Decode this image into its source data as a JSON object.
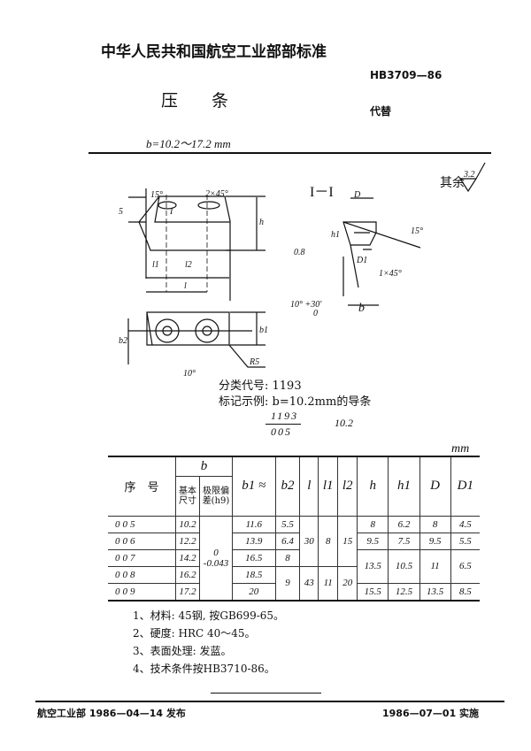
{
  "header": {
    "org_standard": "中华人民共和国航空工业部部标准",
    "code": "HB3709—86",
    "replaces": "代替",
    "title": "压　　条",
    "range": "b=10.2～17.2 mm"
  },
  "drawing": {
    "roughness_note": "其余",
    "roughness_value": "3.2",
    "section_label": "I－I",
    "labels": {
      "angle15": "15°",
      "chamfer": "2×45°",
      "five": "5",
      "h": "h",
      "l1": "l1",
      "l2": "l2",
      "l": "l",
      "I": "I",
      "b2": "b2",
      "b1": "b1",
      "r5": "R5",
      "angle10": "10°",
      "D": "D",
      "h1": "h1",
      "D1": "D1",
      "angle15b": "15°",
      "rough08": "0.8",
      "chamfer1": "1×45°",
      "angle10tol": "10° +30′",
      "tol0": "0",
      "b": "b"
    }
  },
  "marking": {
    "class_code": "分类代号: 1193",
    "example": "标记示例: b=10.2mm的导条",
    "num": "1193",
    "den": "005",
    "val": "10.2"
  },
  "table": {
    "unit": "mm",
    "headers": {
      "no": "序　号",
      "b": "b",
      "basic": "基本尺寸",
      "tol": "极限偏差(h9)",
      "b1": "b1 ≈",
      "b2": "b2",
      "l": "l",
      "l1": "l1",
      "l2": "l2",
      "h": "h",
      "h1": "h1",
      "D": "D",
      "D1": "D1"
    },
    "tolerance": "0\n-0.043",
    "tol_upper": "0",
    "tol_lower": "-0.043",
    "rows": [
      {
        "no": "005",
        "b": "10.2",
        "b1": "11.6",
        "b2": "5.5",
        "h": "8",
        "h1": "6.2",
        "D": "8",
        "D1": "4.5"
      },
      {
        "no": "006",
        "b": "12.2",
        "b1": "13.9",
        "b2": "6.4",
        "h": "9.5",
        "h1": "7.5",
        "D": "9.5",
        "D1": "5.5"
      },
      {
        "no": "007",
        "b": "14.2",
        "b1": "16.5",
        "b2": "8"
      },
      {
        "no": "008",
        "b": "16.2",
        "b1": "18.5",
        "b2": "9",
        "h": "13.5",
        "h1": "10.5",
        "D": "11",
        "D1": "6.5"
      },
      {
        "no": "009",
        "b": "17.2",
        "b1": "20",
        "h": "15.5",
        "h1": "12.5",
        "D": "13.5",
        "D1": "8.5"
      }
    ],
    "groups": [
      {
        "l": "30",
        "l1": "8",
        "l2": "15"
      },
      {
        "l": "43",
        "l1": "11",
        "l2": "20"
      }
    ]
  },
  "notes": [
    "1、材料: 45钢, 按GB699-65。",
    "2、硬度: HRC 40～45。",
    "3、表面处理: 发蓝。",
    "4、技术条件按HB3710-86。"
  ],
  "footer": {
    "issuer": "航空工业部 1986—04—14 发布",
    "effective": "1986—07—01 实施"
  }
}
